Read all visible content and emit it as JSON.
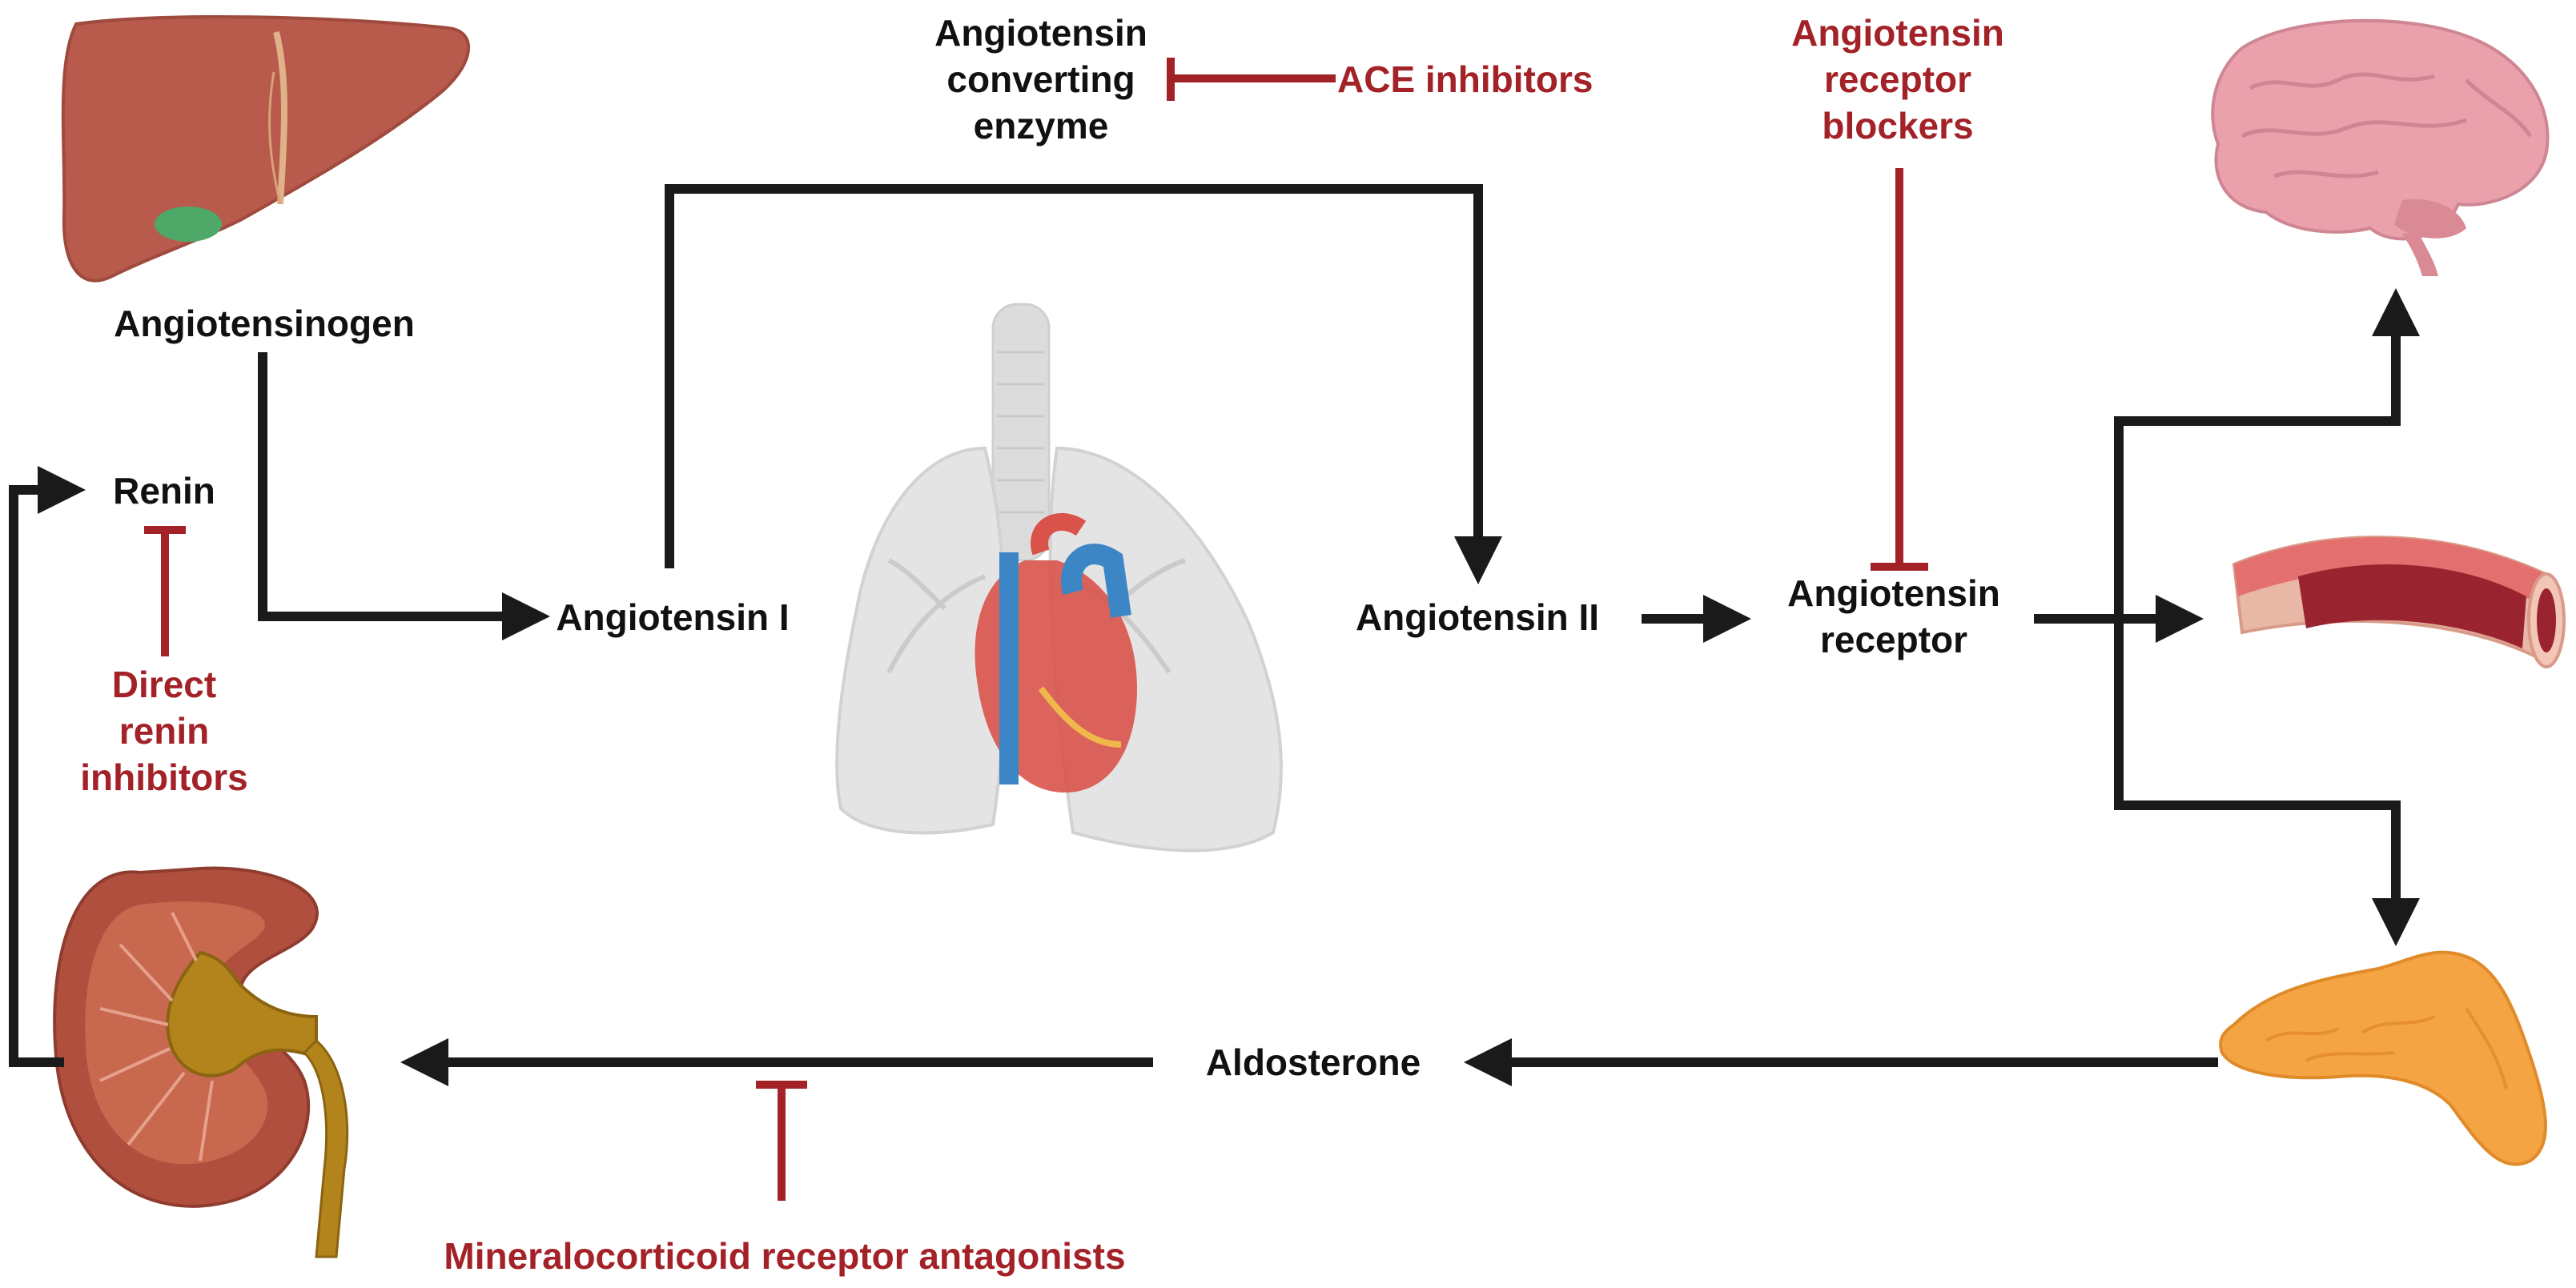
{
  "colors": {
    "arrow": "#1a1a1a",
    "inhibitor": "#a32228",
    "label": "#111111",
    "drug_label": "#a32228"
  },
  "icons": {
    "liver": "liver-icon",
    "kidney": "kidney-icon",
    "lungs_heart": "lungs-heart-icon",
    "brain": "brain-icon",
    "blood_vessel": "blood-vessel-icon",
    "adrenal_gland": "adrenal-gland-icon"
  },
  "labels": {
    "angiotensinogen": "Angiotensinogen",
    "renin": "Renin",
    "angiotensin_i": "Angiotensin I",
    "angiotensin_ii": "Angiotensin II",
    "ace_l1": "Angiotensin",
    "ace_l2": "converting",
    "ace_l3": "enzyme",
    "receptor_l1": "Angiotensin",
    "receptor_l2": "receptor",
    "aldosterone": "Aldosterone"
  },
  "drugs": {
    "ace_inhibitors": "ACE inhibitors",
    "arb_l1": "Angiotensin",
    "arb_l2": "receptor",
    "arb_l3": "blockers",
    "dri_l1": "Direct",
    "dri_l2": "renin",
    "dri_l3": "inhibitors",
    "mra": "Mineralocorticoid receptor antagonists"
  }
}
